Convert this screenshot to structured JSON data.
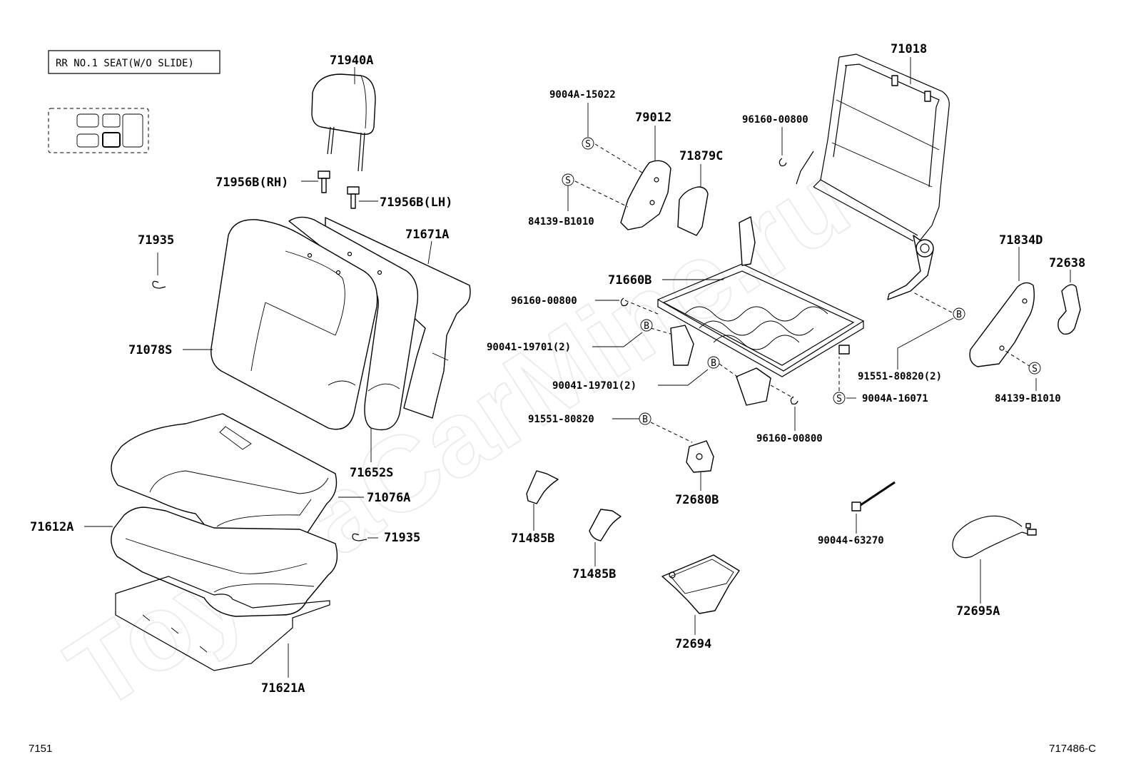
{
  "title_box": "RR NO.1 SEAT(W/O SLIDE)",
  "watermark": "ToyotaCarMine.ru",
  "footer": {
    "left": "7151",
    "right": "717486-C"
  },
  "callout_symbols": {
    "s": "S",
    "b": "B"
  },
  "labels": {
    "p71940A": "71940A",
    "p71956B_RH": "71956B(RH)",
    "p71956B_LH": "71956B(LH)",
    "p71935_a": "71935",
    "p71671A": "71671A",
    "p71078S": "71078S",
    "p71652S": "71652S",
    "p71076A": "71076A",
    "p71612A": "71612A",
    "p71935_b": "71935",
    "p71621A": "71621A",
    "p9004A_15022": "9004A-15022",
    "p79012": "79012",
    "p84139_B1010_a": "84139-B1010",
    "p71879C": "71879C",
    "p71018": "71018",
    "p96160_00800_a": "96160-00800",
    "p71660B": "71660B",
    "p96160_00800_b": "96160-00800",
    "p90041_19701_a": "90041-19701(2)",
    "p90041_19701_b": "90041-19701(2)",
    "p91551_80820_a": "91551-80820",
    "p72680B": "72680B",
    "p96160_00800_c": "96160-00800",
    "p9004A_16071": "9004A-16071",
    "p91551_80820_b": "91551-80820(2)",
    "p71834D": "71834D",
    "p72638": "72638",
    "p84139_B1010_b": "84139-B1010",
    "p71485B_a": "71485B",
    "p71485B_b": "71485B",
    "p72694": "72694",
    "p90044_63270": "90044-63270",
    "p72695A": "72695A"
  }
}
